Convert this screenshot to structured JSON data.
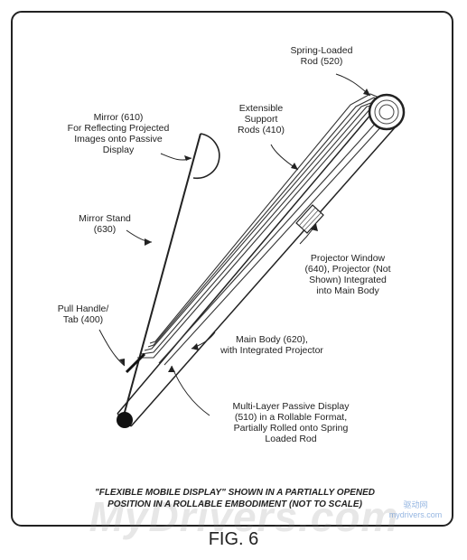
{
  "labels": {
    "spring_rod": "Spring-Loaded\nRod (520)",
    "support_rods": "Extensible\nSupport\nRods (410)",
    "mirror": "Mirror (610)\nFor Reflecting Projected\nImages onto Passive\nDisplay",
    "mirror_stand": "Mirror Stand\n(630)",
    "projector_window": "Projector Window\n(640), Projector (Not\nShown) Integrated\ninto Main Body",
    "pull_handle": "Pull Handle/\nTab (400)",
    "main_body": "Main Body (620),\nwith Integrated Projector",
    "display": "Multi-Layer Passive Display\n(510) in a Rollable Format,\nPartially Rolled onto Spring\nLoaded Rod"
  },
  "caption": "\"FLEXIBLE MOBILE DISPLAY\" SHOWN IN A PARTIALLY OPENED\nPOSITION IN A ROLLABLE EMBODIMENT (NOT TO SCALE)",
  "figure_label": "FIG. 6",
  "watermark": "MyDrivers.com",
  "watermark_badge": "驱动网 mydrivers.com"
}
